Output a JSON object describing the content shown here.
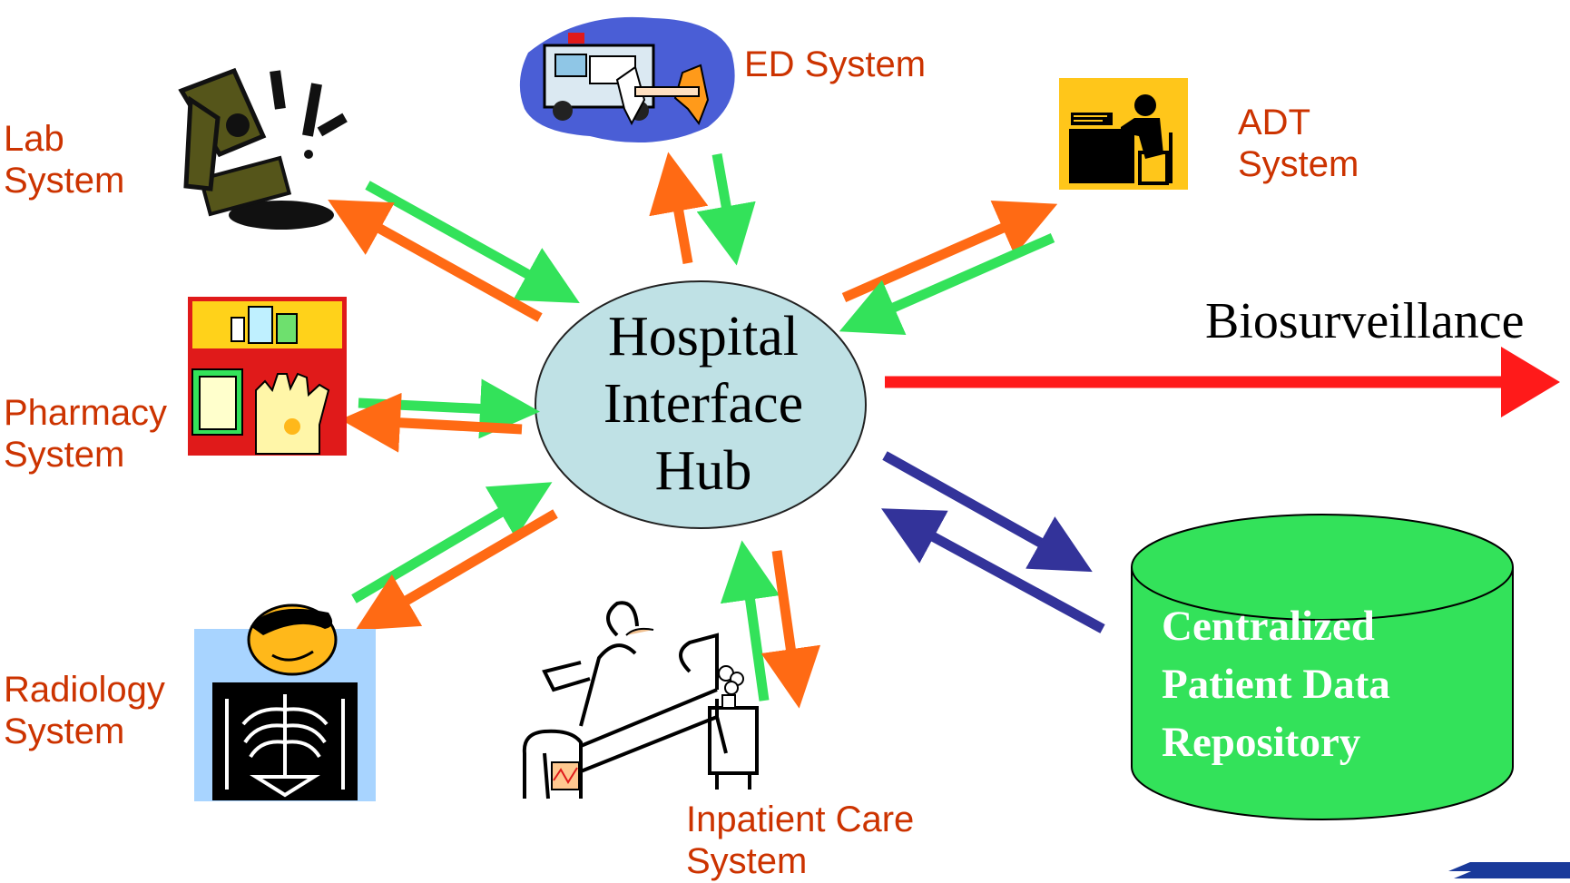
{
  "hub": {
    "line1": "Hospital",
    "line2": "Interface",
    "line3": "Hub"
  },
  "systems": {
    "lab": {
      "line1": "Lab",
      "line2": "System"
    },
    "pharmacy": {
      "line1": "Pharmacy",
      "line2": "System"
    },
    "radiology": {
      "line1": "Radiology",
      "line2": "System"
    },
    "ed": {
      "line1": "ED System"
    },
    "adt": {
      "line1": "ADT",
      "line2": "System"
    },
    "inpatient": {
      "line1": "Inpatient Care",
      "line2": "System"
    }
  },
  "biosurveillance": "Biosurveillance",
  "repository": {
    "line1": "Centralized",
    "line2": "Patient Data",
    "line3": "Repository"
  },
  "colors": {
    "label": "#cc3300",
    "to_hub_arrow": "#33e25a",
    "from_hub_arrow": "#ff6a14",
    "biosurveillance_arrow": "#ff1a1a",
    "repository_arrow": "#33339a",
    "hub_fill": "#bfe1e5",
    "repository_fill": "#33e25a"
  },
  "icons": [
    "microscope-icon",
    "pharmacy-icon",
    "xray-icon",
    "ambulance-icon",
    "office-worker-icon",
    "hospital-bed-icon",
    "logo-icon"
  ]
}
